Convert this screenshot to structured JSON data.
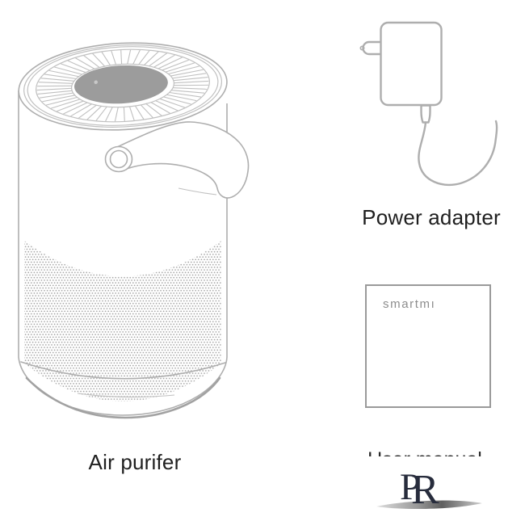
{
  "labels": {
    "air_purifier": "Air purifer",
    "power_adapter": "Power adapter"
  },
  "manual": {
    "brand": "smartmı",
    "cutoff_text": "User manual"
  },
  "watermark": {
    "p": "P",
    "r": "R"
  },
  "colors": {
    "line": "#aeaeae",
    "line_soft": "#c0c0c0",
    "top_disc": "#9c9c9c",
    "perforation": "#9e9e9e",
    "label_text": "#1f1f1f",
    "brand_text": "#8d8d8d",
    "box_border": "#9a9a9a",
    "watermark": "#272c3c",
    "swoosh_dark": "#5f5f5f"
  }
}
